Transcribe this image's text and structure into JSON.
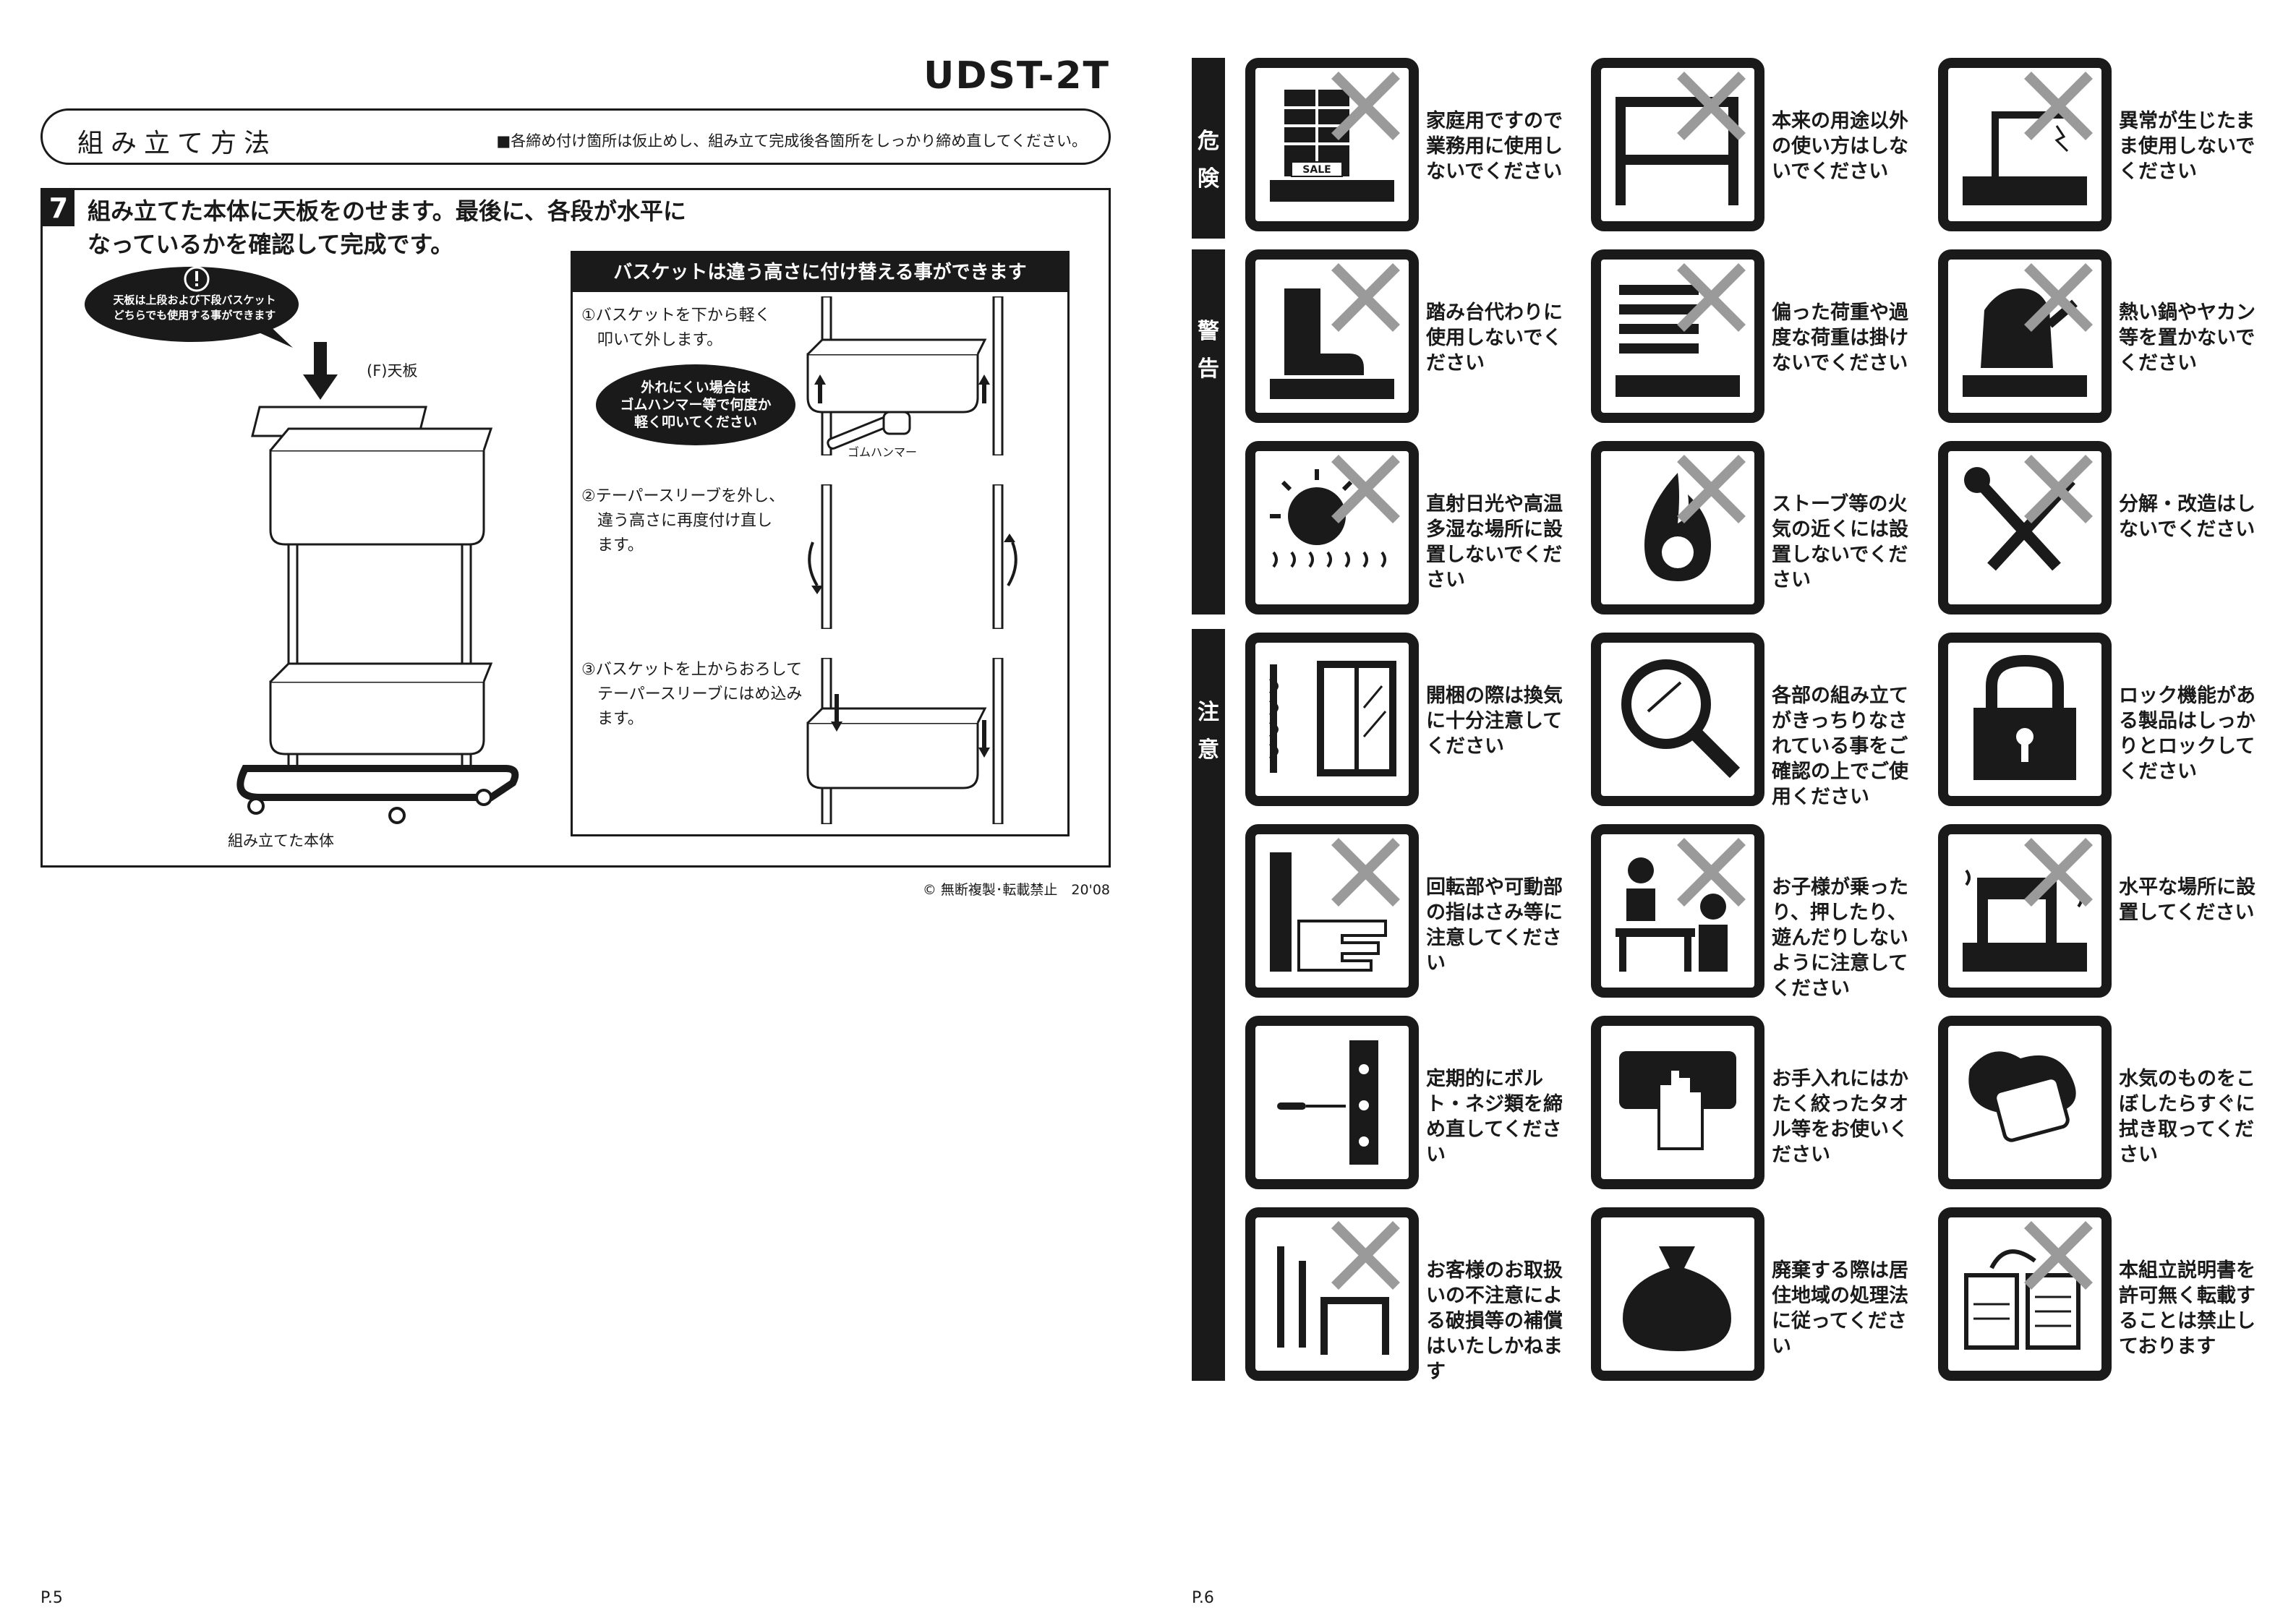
{
  "left_page": {
    "model": "UDST-2T",
    "header": {
      "title": "組み立て方法",
      "note": "■各締め付け箇所は仮止めし、組み立て完成後各箇所をしっかり締め直してください。"
    },
    "step": {
      "number": "7",
      "text": "組み立てた本体に天板をのせます。最後に、各段が水平に\nなっているかを確認して完成です。",
      "bubble": "天板は上段および下段バスケット\nどちらでも使用する事ができます",
      "top_board_label": "(F)天板",
      "assembled_label": "組み立てた本体"
    },
    "basket_panel": {
      "heading": "バスケットは違う高さに付け替える事ができます",
      "step1": "①バスケットを下から軽く\n　叩いて外します。",
      "oval": "外れにくい場合は\nゴムハンマー等で何度か\n軽く叩いてください",
      "hammer_label": "ゴムハンマー",
      "step2": "②テーパースリーブを外し、\n　違う高さに再度付け直し\n　ます。",
      "step3": "③バスケットを上からおろして\n　テーパースリーブにはめ込み\n　ます。"
    },
    "copyright": "© 無断複製･転載禁止　20'08",
    "page_number": "P.5"
  },
  "right_page": {
    "page_number": "P.6",
    "categories": [
      {
        "label": "危\n険"
      },
      {
        "label": "警\n告"
      },
      {
        "label": "注\n意"
      }
    ],
    "warnings": [
      {
        "icon": "sale-shelf-icon",
        "prohibited": true,
        "text": "家庭用ですので業務用に使用しないでください",
        "sale": "SALE"
      },
      {
        "icon": "shelf-misuse-icon",
        "prohibited": true,
        "text": "本来の用途以外の使い方はしないでください"
      },
      {
        "icon": "abnormal-use-icon",
        "prohibited": true,
        "text": "異常が生じたまま使用しないでください"
      },
      {
        "icon": "step-stool-icon",
        "prohibited": true,
        "text": "踏み台代わりに使用しないでください"
      },
      {
        "icon": "heavy-load-icon",
        "prohibited": true,
        "text": "偏った荷重や過度な荷重は掛けないでください"
      },
      {
        "icon": "hot-kettle-icon",
        "prohibited": true,
        "text": "熱い鍋やヤカン等を置かないでください"
      },
      {
        "icon": "sun-humidity-icon",
        "prohibited": true,
        "text": "直射日光や高温多湿な場所に設置しないでください"
      },
      {
        "icon": "fire-stove-icon",
        "prohibited": true,
        "text": "ストーブ等の火気の近くには設置しないでください"
      },
      {
        "icon": "disassemble-tools-icon",
        "prohibited": true,
        "text": "分解・改造はしないでください"
      },
      {
        "icon": "ventilation-window-icon",
        "prohibited": false,
        "text": "開梱の際は換気に十分注意してください"
      },
      {
        "icon": "magnifier-icon",
        "prohibited": false,
        "text": "各部の組み立てがきっちりなされている事をご確認の上でご使用ください"
      },
      {
        "icon": "padlock-icon",
        "prohibited": false,
        "text": "ロック機能がある製品はしっかりとロックしてください"
      },
      {
        "icon": "pinch-hand-icon",
        "prohibited": true,
        "text": "回転部や可動部の指はさみ等に注意してください"
      },
      {
        "icon": "children-play-icon",
        "prohibited": true,
        "text": "お子様が乗ったり、押したり、遊んだりしないように注意してください"
      },
      {
        "icon": "level-surface-icon",
        "prohibited": true,
        "text": "水平な場所に設置してください"
      },
      {
        "icon": "screwdriver-bolts-icon",
        "prohibited": false,
        "text": "定期的にボルト・ネジ類を締め直してください"
      },
      {
        "icon": "wipe-towel-icon",
        "prohibited": false,
        "text": "お手入れにはかたく絞ったタオル等をお使いください"
      },
      {
        "icon": "wipe-spill-icon",
        "prohibited": false,
        "text": "水気のものをこぼしたらすぐに拭き取ってください"
      },
      {
        "icon": "damage-tools-icon",
        "prohibited": true,
        "text": "お客様のお取扱いの不注意による破損等の補償はいたしかねます"
      },
      {
        "icon": "disposal-bag-icon",
        "prohibited": false,
        "text": "廃棄する際は居住地域の処理法に従ってください"
      },
      {
        "icon": "copy-document-icon",
        "prohibited": true,
        "text": "本組立説明書を許可無く転載することは禁止しております"
      }
    ]
  }
}
